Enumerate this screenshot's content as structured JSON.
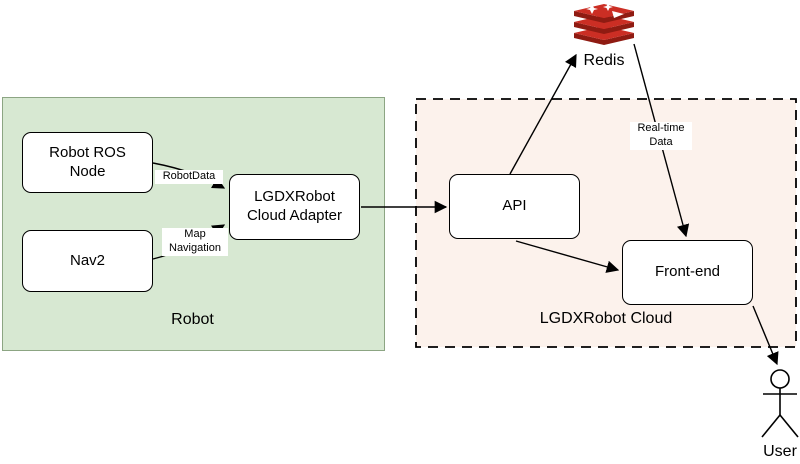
{
  "diagram": {
    "groups": {
      "robot": {
        "label": "Robot"
      },
      "cloud": {
        "label": "LGDXRobot Cloud"
      }
    },
    "nodes": {
      "robot_ros_node": {
        "label": "Robot ROS Node"
      },
      "nav2": {
        "label": "Nav2"
      },
      "cloud_adapter": {
        "label": "LGDXRobot Cloud Adapter"
      },
      "api": {
        "label": "API"
      },
      "front_end": {
        "label": "Front-end"
      }
    },
    "external": {
      "redis": {
        "label": "Redis"
      },
      "user": {
        "label": "User"
      }
    },
    "edge_labels": {
      "robot_data": "RobotData",
      "map_navigation": "Map Navigation",
      "real_time_data": "Real-time Data"
    },
    "colors": {
      "robot_group_fill": "#d7e8d2",
      "robot_group_border": "#8ca583",
      "cloud_group_fill": "#fcf2ec",
      "cloud_group_border": "#000000",
      "node_fill": "#ffffff",
      "node_border": "#000000",
      "connector": "#000000",
      "redis_red": "#cb2e24",
      "redis_dark_red": "#8f1b12"
    }
  }
}
